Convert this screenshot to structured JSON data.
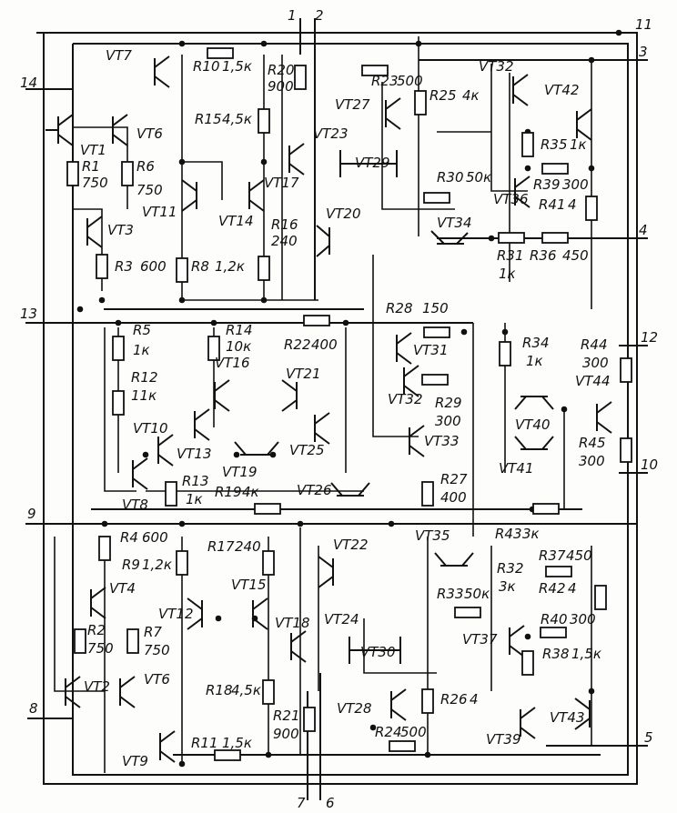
{
  "schematic": {
    "pins": [
      "1",
      "2",
      "3",
      "4",
      "5",
      "6",
      "7",
      "8",
      "9",
      "10",
      "11",
      "12",
      "13",
      "14"
    ],
    "transistors": [
      "VT1",
      "VT2",
      "VT3",
      "VT4",
      "VT6",
      "VT6",
      "VT7",
      "VT8",
      "VT9",
      "VT10",
      "VT11",
      "VT12",
      "VT13",
      "VT14",
      "VT15",
      "VT16",
      "VT17",
      "VT18",
      "VT19",
      "VT20",
      "VT21",
      "VT22",
      "VT23",
      "VT24",
      "VT25",
      "VT26",
      "VT27",
      "VT28",
      "VT29",
      "VT30",
      "VT31",
      "VT32",
      "VT32",
      "VT33",
      "VT34",
      "VT35",
      "VT36",
      "VT37",
      "VT39",
      "VT40",
      "VT41",
      "VT42",
      "VT43",
      "VT44"
    ],
    "resistors": [
      {
        "name": "R1",
        "value": "750"
      },
      {
        "name": "R6",
        "value": "750"
      },
      {
        "name": "R3",
        "value": "600"
      },
      {
        "name": "R10",
        "value": "1,5к"
      },
      {
        "name": "R15",
        "value": "4,5к"
      },
      {
        "name": "R20",
        "value": "900"
      },
      {
        "name": "R8",
        "value": "1,2к"
      },
      {
        "name": "R16",
        "value": "240"
      },
      {
        "name": "R23",
        "value": "500"
      },
      {
        "name": "R25",
        "value": "4к"
      },
      {
        "name": "R30",
        "value": "50к"
      },
      {
        "name": "R35",
        "value": "1к"
      },
      {
        "name": "R39",
        "value": "300"
      },
      {
        "name": "R41",
        "value": "4"
      },
      {
        "name": "R31",
        "value": "1к"
      },
      {
        "name": "R36",
        "value": "450"
      },
      {
        "name": "R28",
        "value": "150"
      },
      {
        "name": "R5",
        "value": "1к"
      },
      {
        "name": "R14",
        "value": "10к"
      },
      {
        "name": "R22",
        "value": "400"
      },
      {
        "name": "R12",
        "value": "11к"
      },
      {
        "name": "R29",
        "value": "300"
      },
      {
        "name": "R34",
        "value": "1к"
      },
      {
        "name": "R44",
        "value": "300"
      },
      {
        "name": "R13",
        "value": "1к"
      },
      {
        "name": "R45",
        "value": "300"
      },
      {
        "name": "R19",
        "value": "4к"
      },
      {
        "name": "R27",
        "value": "400"
      },
      {
        "name": "R4",
        "value": "600"
      },
      {
        "name": "R43",
        "value": "3к"
      },
      {
        "name": "R9",
        "value": "1,2к"
      },
      {
        "name": "R17",
        "value": "240"
      },
      {
        "name": "R37",
        "value": "450"
      },
      {
        "name": "R32",
        "value": "3к"
      },
      {
        "name": "R42",
        "value": "4"
      },
      {
        "name": "R33",
        "value": "50к"
      },
      {
        "name": "R2",
        "value": "750"
      },
      {
        "name": "R7",
        "value": "750"
      },
      {
        "name": "R40",
        "value": "300"
      },
      {
        "name": "R38",
        "value": "1,5к"
      },
      {
        "name": "R18",
        "value": "4,5к"
      },
      {
        "name": "R26",
        "value": "4"
      },
      {
        "name": "R21",
        "value": "900"
      },
      {
        "name": "R24",
        "value": "500"
      },
      {
        "name": "R11",
        "value": "1,5к"
      }
    ]
  }
}
